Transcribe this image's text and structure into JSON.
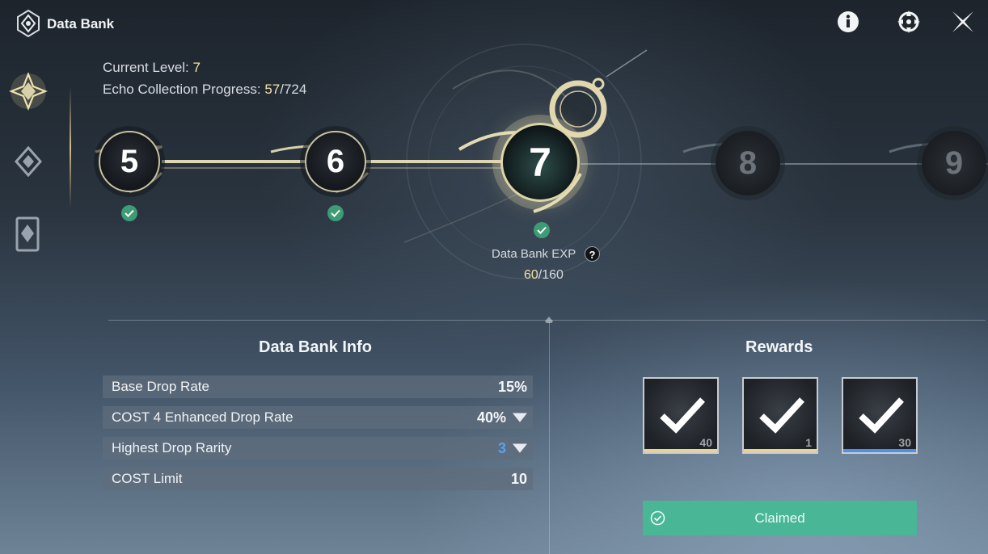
{
  "header": {
    "title": "Data Bank",
    "logo_icon": "databank-emblem-icon",
    "buttons": [
      "info-icon",
      "target-icon",
      "close-icon"
    ]
  },
  "sidebar": {
    "items": [
      {
        "icon": "databank-emblem-icon",
        "active": true
      },
      {
        "icon": "echo-diamond-icon",
        "active": false
      },
      {
        "icon": "card-diamond-icon",
        "active": false
      }
    ]
  },
  "level_info": {
    "current_level_label": "Current Level: ",
    "current_level": "7",
    "progress_label": "Echo Collection Progress: ",
    "progress_current": "57",
    "progress_total": "/724"
  },
  "timeline": {
    "levels": [
      {
        "num": "5",
        "state": "completed"
      },
      {
        "num": "6",
        "state": "completed"
      },
      {
        "num": "7",
        "state": "current"
      },
      {
        "num": "8",
        "state": "locked"
      },
      {
        "num": "9",
        "state": "locked"
      }
    ],
    "exp_label": "Data Bank EXP",
    "exp_current": "60",
    "exp_total": "/160",
    "help": "?"
  },
  "data_bank_info": {
    "title": "Data Bank Info",
    "rows": [
      {
        "label": "Base Drop Rate",
        "value": "15%",
        "arrow": false,
        "value_color": "#f4f6f8"
      },
      {
        "label": "COST 4 Enhanced Drop Rate",
        "value": "40%",
        "arrow": true,
        "value_color": "#f4f6f8"
      },
      {
        "label": "Highest Drop Rarity",
        "value": "3",
        "arrow": true,
        "value_color": "#5aa0f0"
      },
      {
        "label": "COST Limit",
        "value": "10",
        "arrow": false,
        "value_color": "#f4f6f8"
      }
    ]
  },
  "rewards": {
    "title": "Rewards",
    "items": [
      {
        "qty": "40",
        "rarity_color": "#e9d391",
        "claimed": true
      },
      {
        "qty": "1",
        "rarity_color": "#e9d391",
        "claimed": true
      },
      {
        "qty": "30",
        "rarity_color": "#4f8fe6",
        "claimed": true
      }
    ],
    "claim_label": "Claimed",
    "claim_color": "#49b696"
  }
}
